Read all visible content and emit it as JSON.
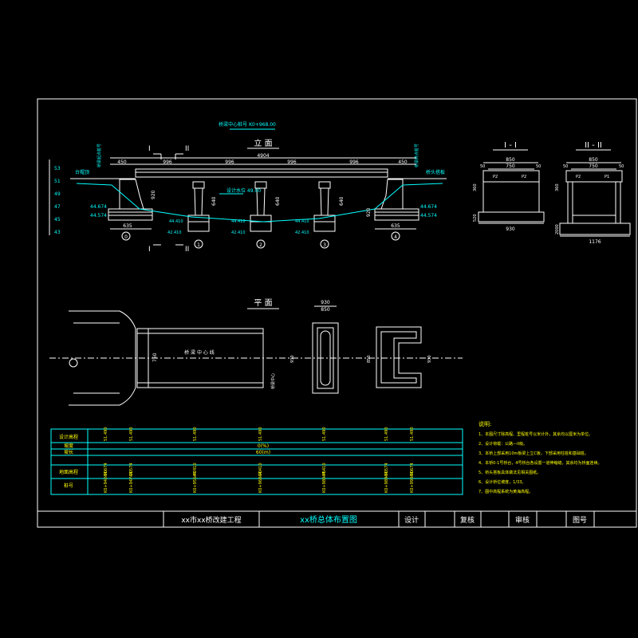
{
  "elevation_title": "立  面",
  "plan_title": "平  面",
  "section1_title": "I - I",
  "section2_title": "II - II",
  "section_mark_i": "I",
  "section_mark_ii": "II",
  "top_note": "桥梁中心桩号 K0+968.00",
  "left_annot": "桥梁起点桩号",
  "right_annot": "桥梁终点桩号",
  "dims": {
    "total": "4904",
    "spans": [
      "450",
      "996",
      "996",
      "996",
      "996",
      "450"
    ],
    "bottom_left": "635",
    "bottom_right": "635",
    "scale_nums": [
      "53",
      "51",
      "49",
      "47",
      "45",
      "43"
    ],
    "water_level": "设计水位 49.00",
    "elev_left1": "44.674",
    "elev_left2": "44.574",
    "elev_right1": "44.674",
    "elev_right2": "44.574",
    "pier_elev_top": [
      "44.410",
      "44.410",
      "44.410"
    ],
    "pier_elev_bot": [
      "42.410",
      "42.410",
      "42.410"
    ],
    "pier_h": [
      "640",
      "640",
      "640"
    ],
    "abut_h": "920",
    "pier_labels": [
      "0",
      "1",
      "2",
      "3",
      "4"
    ],
    "left_label": "台帽顶",
    "right_label": "桥头搭板"
  },
  "section1": {
    "w1": "850",
    "w2": "750",
    "w3": "930",
    "s1": "50",
    "s2": "50",
    "v1": "360",
    "v2": "520",
    "p1": "P2",
    "p2": "P2"
  },
  "section2": {
    "w1": "850",
    "w2": "750",
    "w3": "1176",
    "s1": "50",
    "s2": "50",
    "v1": "360",
    "v2": "2000",
    "p1": "P2",
    "p2": "P1"
  },
  "plan": {
    "center_label": "桥 梁 中 心 线",
    "side_label": "桥梁中心",
    "w": "750",
    "w2": "850",
    "dim1": "930",
    "dim2": "850",
    "dim3": "930",
    "dim4": "930"
  },
  "table": {
    "rows": [
      "设计高程",
      "坡度",
      "坡长",
      "地面高程",
      "桩号"
    ],
    "design_elev": [
      "51.490",
      "51.490",
      "51.490",
      "51.490",
      "51.490",
      "51.490",
      "51.490"
    ],
    "slope": "0(%)",
    "length": "60(m)",
    "ground_elev": [
      "44.674",
      "44.574",
      "44.410",
      "44.410",
      "44.410",
      "44.574",
      "44.674"
    ],
    "stations": [
      "K0+942.50",
      "K0+947.00",
      "K0+955.47",
      "K0+968.00",
      "K0+980.45",
      "K0+989.50",
      "K0+993.50"
    ]
  },
  "notes": {
    "title": "说明:",
    "items": [
      "1、本图尺寸除高程、里程桩号以米计外，其余均以厘米为单位。",
      "2、设计荷载：公路—II级。",
      "3、本桥上部采用10m板梁上立C板，下部采用柱桩和基础桩。",
      "4、本桥0-1号桥台，4号桥台各设置一道伸缩缝，其余均为桥面连续。",
      "5、桥头搭板具体做法见相关图纸。",
      "6、设计桥位坡度，1/33。",
      "7、图中高程系统为黄海高程。"
    ]
  },
  "title_block": {
    "project": "xx市xx桥改建工程",
    "drawing": "xx桥总体布置图",
    "design": "设计",
    "check": "复核",
    "review": "审核",
    "drawing_no": "图号"
  }
}
